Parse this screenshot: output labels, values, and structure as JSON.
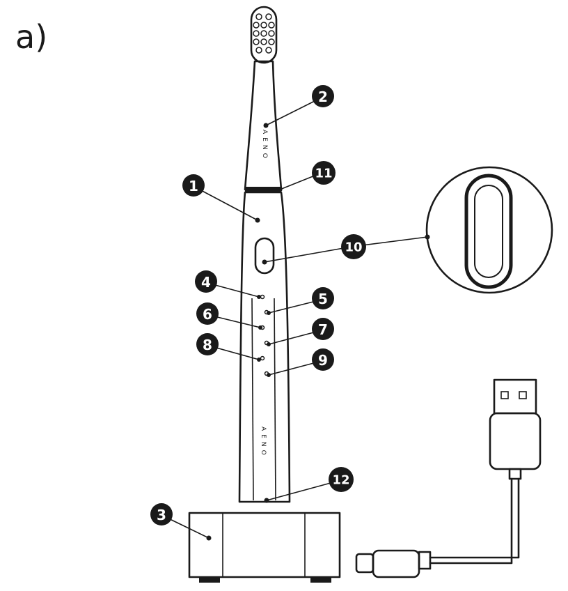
{
  "panel_label": "a)",
  "brand": "AENO",
  "callouts": [
    "1",
    "2",
    "3",
    "4",
    "5",
    "6",
    "7",
    "8",
    "9",
    "10",
    "11",
    "12"
  ]
}
